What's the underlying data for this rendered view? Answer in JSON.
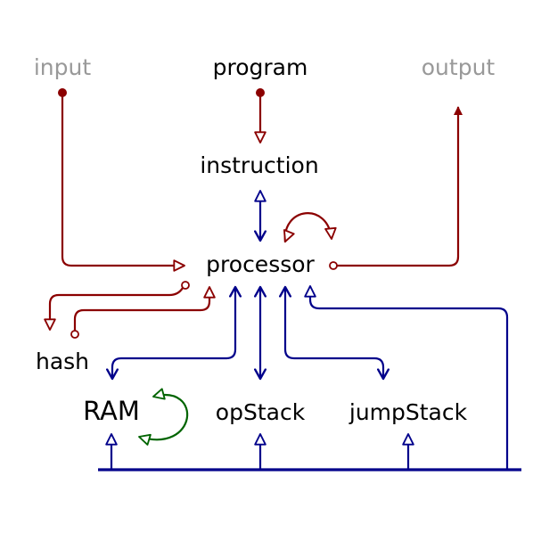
{
  "colors": {
    "dark_red": "#8b0000",
    "navy": "#00008b",
    "green": "#006400",
    "gray": "#999999",
    "black": "#000000"
  },
  "nodes": {
    "input": "input",
    "program": "program",
    "output": "output",
    "instruction": "instruction",
    "processor": "processor",
    "hash": "hash",
    "ram": "RAM",
    "opstack": "opStack",
    "jumpstack": "jumpStack"
  }
}
